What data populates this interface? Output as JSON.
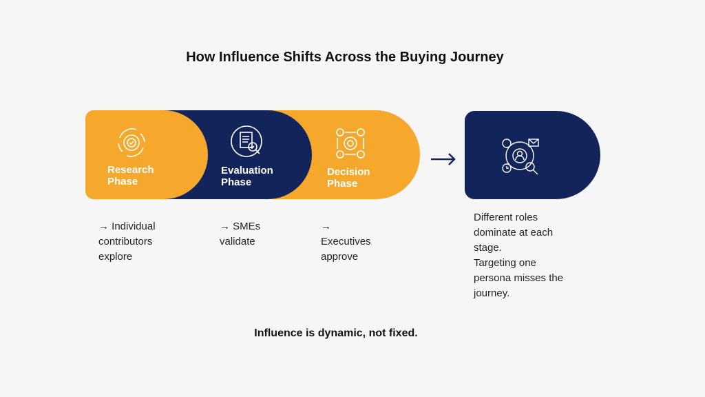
{
  "title": "How Influence Shifts Across the Buying Journey",
  "colors": {
    "orange": "#F5A82B",
    "navy": "#12245A"
  },
  "phases": [
    {
      "label_line1": "Research",
      "label_line2": "Phase",
      "icon": "gear-cycle-check-icon",
      "desc": [
        "→ Individual",
        "contributors",
        "explore"
      ]
    },
    {
      "label_line1": "Evaluation",
      "label_line2": "Phase",
      "icon": "document-review-icon",
      "desc": [
        "→ SMEs",
        "validate"
      ]
    },
    {
      "label_line1": "Decision",
      "label_line2": "Phase",
      "icon": "decision-process-icon",
      "desc": [
        "→",
        "Executives",
        "approve"
      ]
    }
  ],
  "result": {
    "icon": "persona-network-icon",
    "desc": [
      "Different roles",
      "dominate at each",
      "stage.",
      "Targeting one",
      "persona misses the",
      "journey."
    ]
  },
  "footer": "Influence is dynamic, not fixed."
}
